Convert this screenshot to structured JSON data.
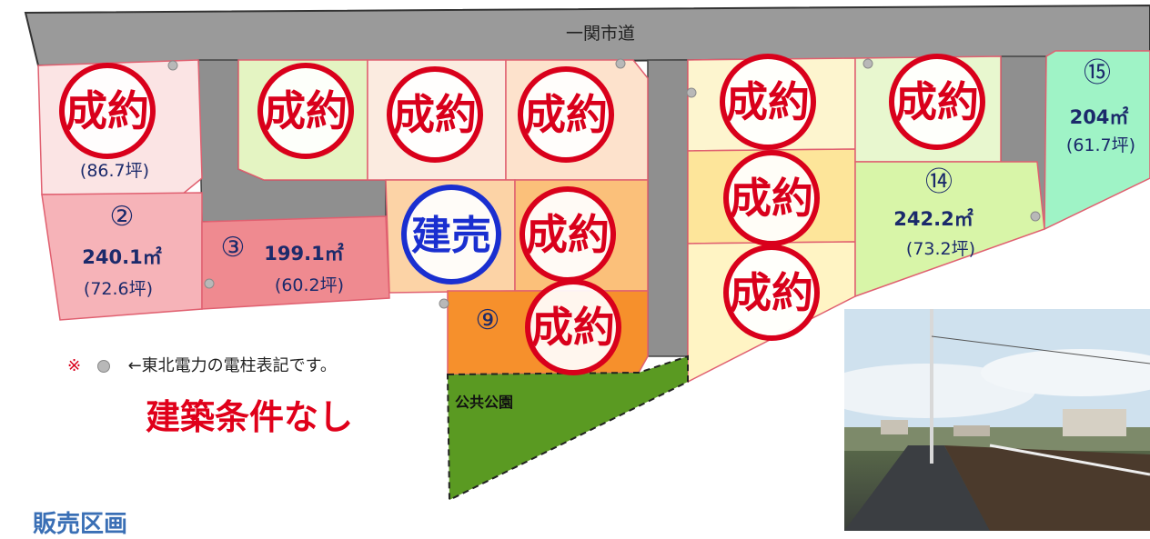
{
  "road": {
    "label": "一関市道"
  },
  "stamps": {
    "sold": "成約",
    "built": "建売"
  },
  "lots": [
    {
      "id": "1",
      "number": "",
      "area": "",
      "tsubo": "(86.7坪)",
      "status": "sold"
    },
    {
      "id": "2",
      "number": "②",
      "area": "240.1㎡",
      "tsubo": "(72.6坪)",
      "status": "available"
    },
    {
      "id": "3",
      "number": "③",
      "area": "199.1㎡",
      "tsubo": "(60.2坪)",
      "status": "available"
    },
    {
      "id": "9",
      "number": "⑨",
      "area": "",
      "tsubo": "",
      "status": "sold"
    },
    {
      "id": "14",
      "number": "⑭",
      "area": "242.2㎡",
      "tsubo": "(73.2坪)",
      "status": "available"
    },
    {
      "id": "15",
      "number": "⑮",
      "area": "204㎡",
      "tsubo": "(61.7坪)",
      "status": "available"
    }
  ],
  "park": {
    "label": "公共公園"
  },
  "legend": {
    "mark": "※",
    "text": "←東北電力の電柱表記です。"
  },
  "notice": "建築条件なし",
  "section_title": "販売区画",
  "colors": {
    "sold_stamp": "#d9001b",
    "built_stamp": "#1a2fd0",
    "road": "#9a9a9a",
    "park": "#5a9a22",
    "notice": "#e0001a"
  }
}
